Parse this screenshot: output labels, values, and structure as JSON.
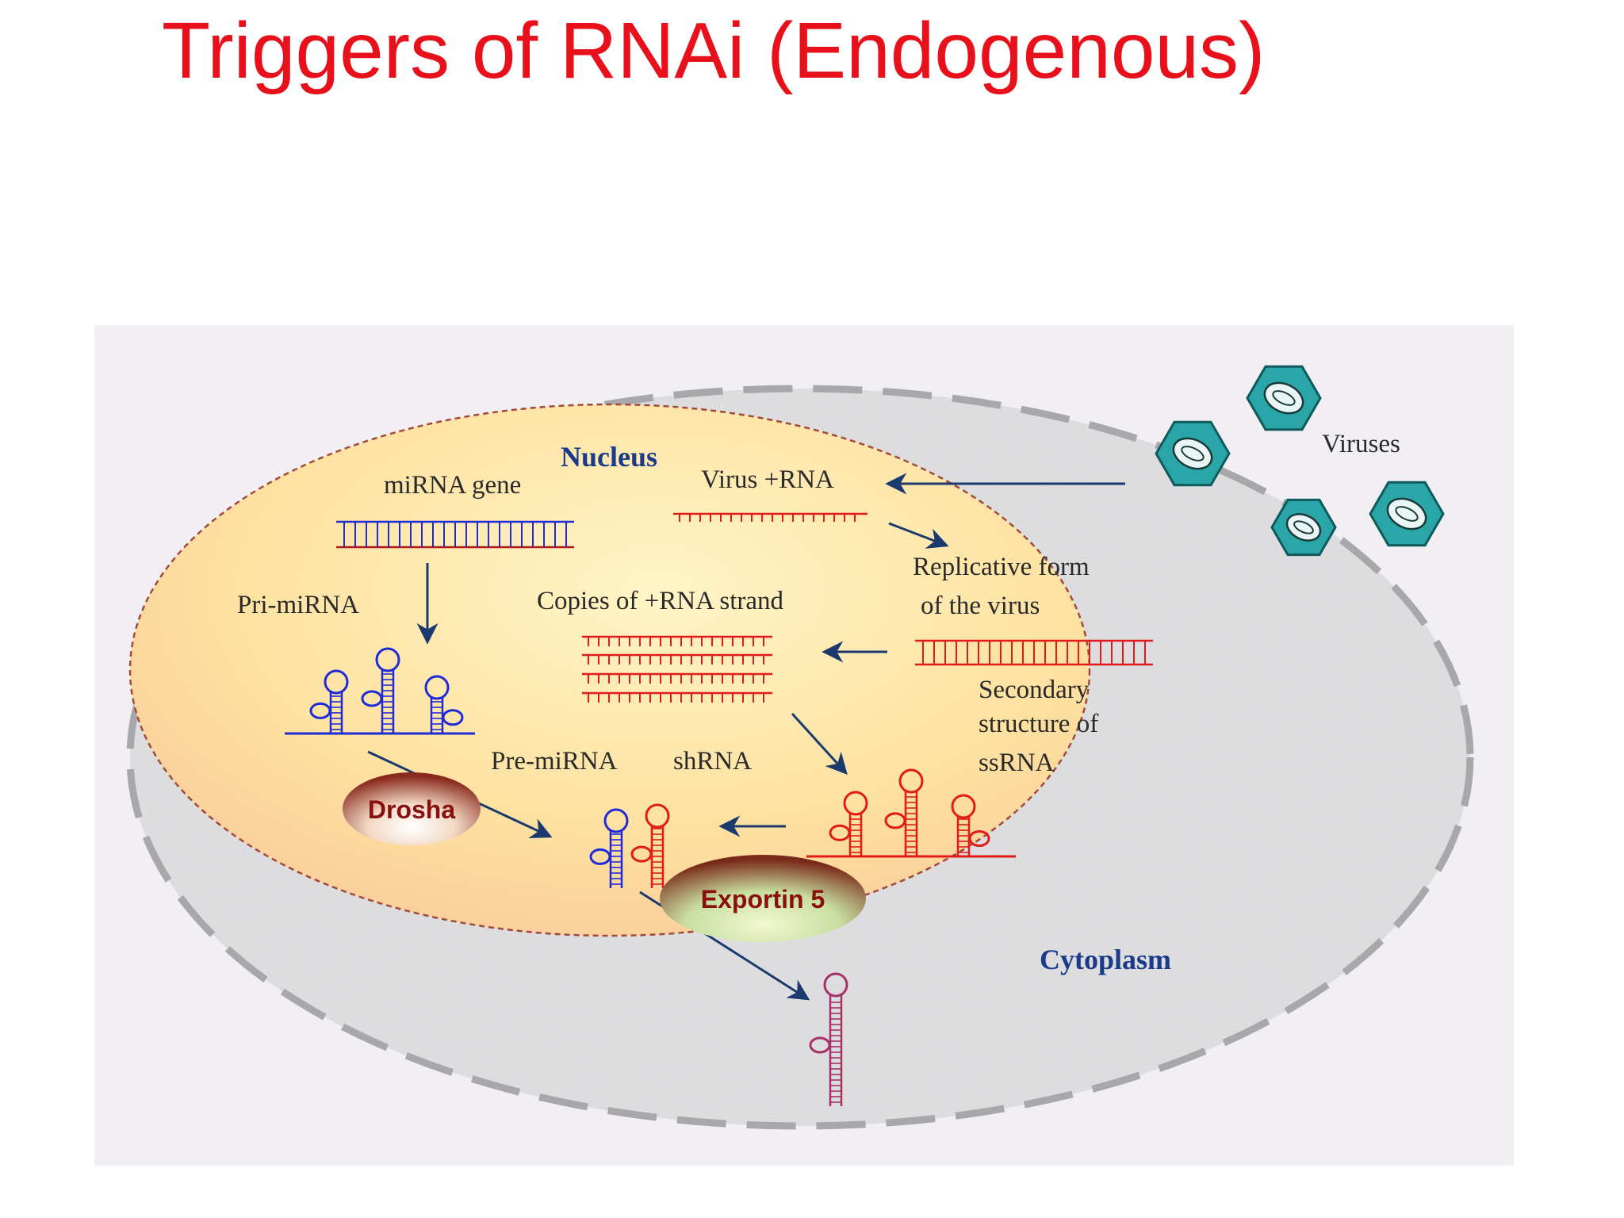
{
  "slide": {
    "title": "Triggers of RNAi (Endogenous)",
    "title_color": "#e8101a"
  },
  "diagram": {
    "regions": {
      "nucleus": "Nucleus",
      "cytoplasm": "Cytoplasm"
    },
    "labels": {
      "mirna_gene": "miRNA gene",
      "virus_rna": "Virus +RNA",
      "pri_mirna": "Pri-miRNA",
      "copies_strand": "Copies of +RNA strand",
      "replicative_line1": "Replicative form",
      "replicative_line2": "of the virus",
      "secondary_line1": "Secondary",
      "secondary_line2": "structure of",
      "secondary_line3": "ssRNA",
      "pre_mirna": "Pre-miRNA",
      "shrna": "shRNA",
      "viruses": "Viruses"
    },
    "enzymes": {
      "drosha": "Drosha",
      "exportin": "Exportin 5"
    },
    "colors": {
      "mirna_blue": "#1f2bd6",
      "viral_red": "#e21a1a",
      "mature_mirna": "#a8306a",
      "arrow": "#1a3a6e",
      "nucleus_fill": "#fde6a6",
      "cytoplasm_fill": "#e4e4e6",
      "virus_teal": "#2aa5a8",
      "region_label": "#1a3a8a",
      "enzyme_text": "#8a1010"
    }
  }
}
